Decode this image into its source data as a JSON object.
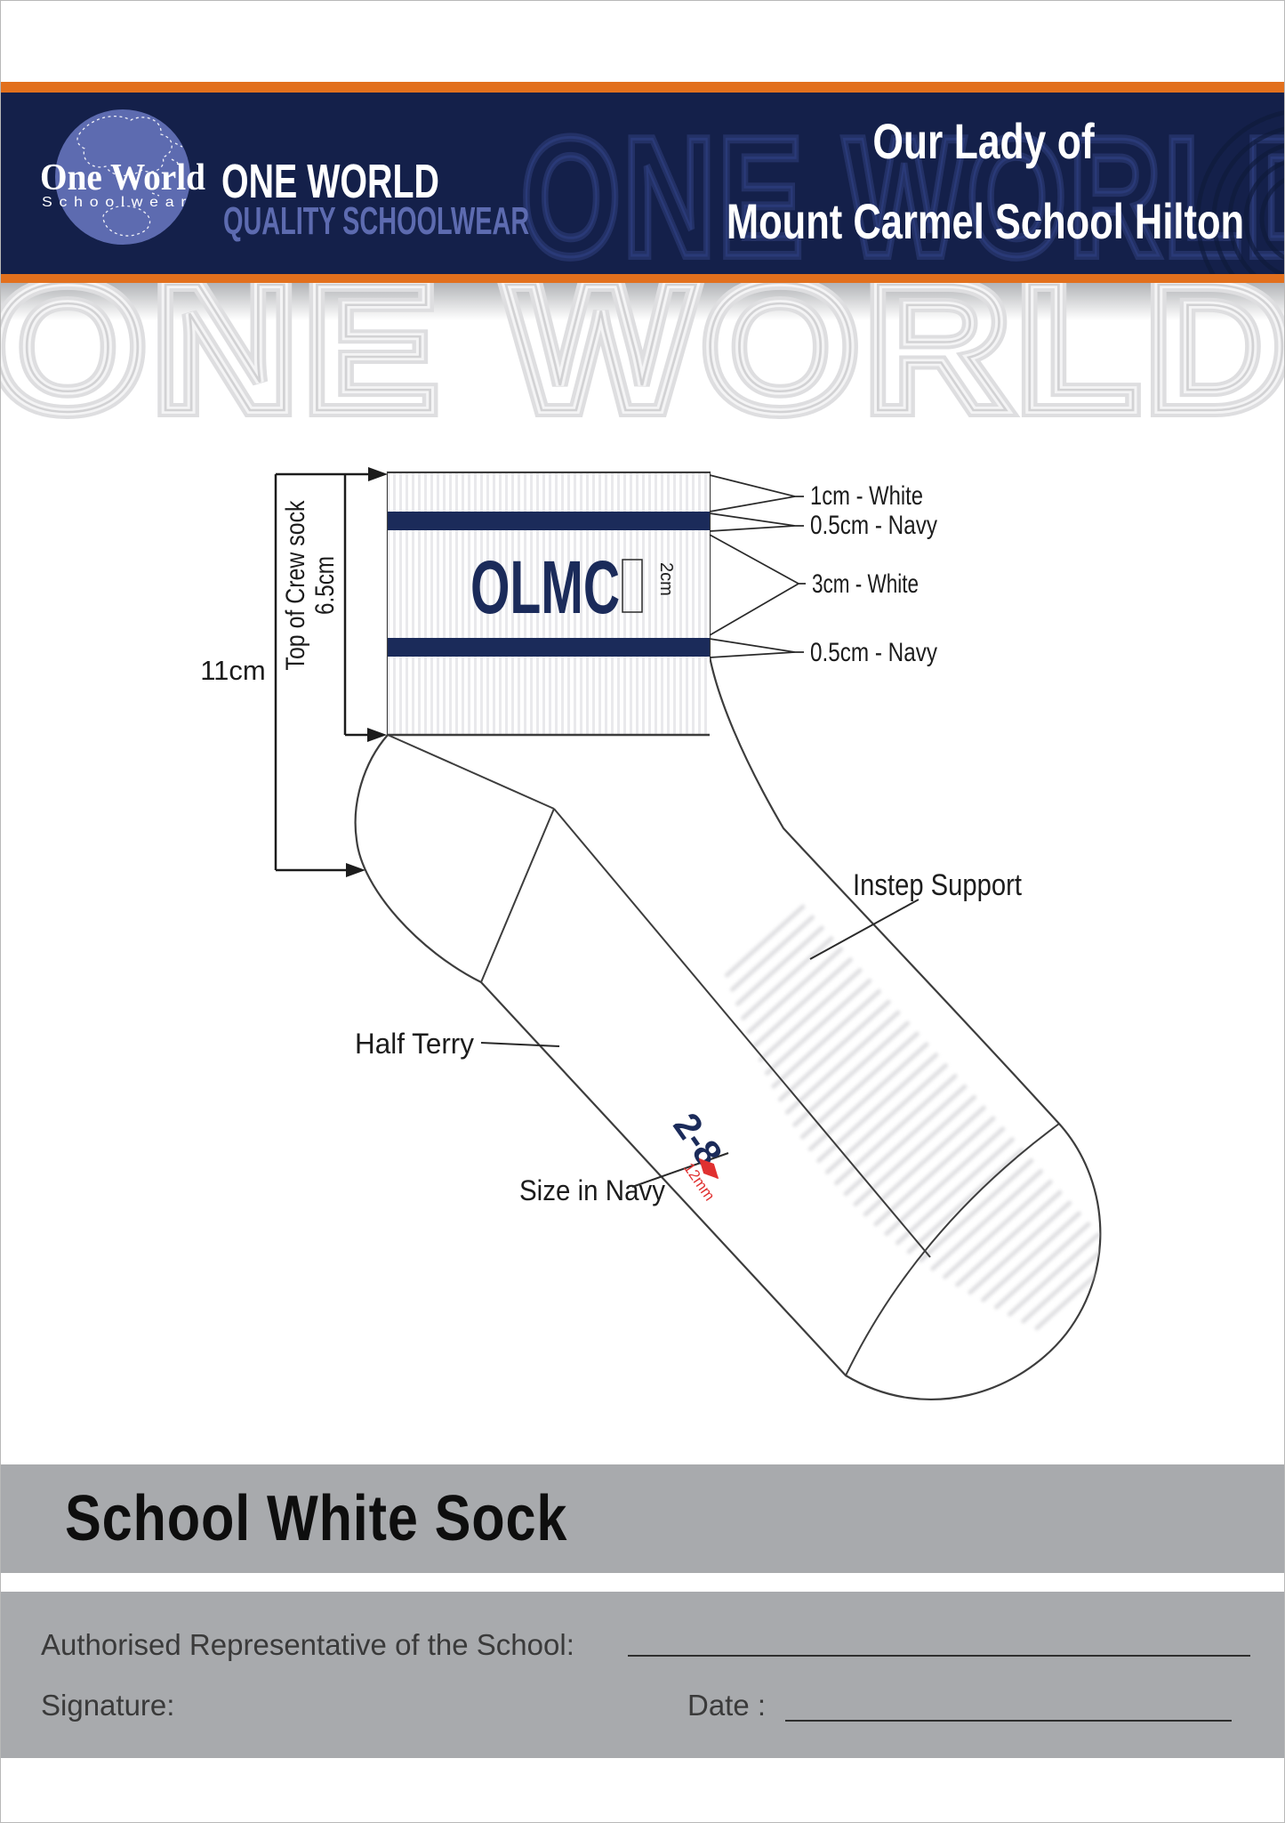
{
  "header": {
    "logo": {
      "name": "One World",
      "subtitle": "Schoolwear"
    },
    "brand": "ONE WORLD",
    "tagline": "QUALITY SCHOOLWEAR",
    "school_name_line1": "Our Lady of",
    "school_name_line2": "Mount Carmel School Hilton",
    "watermark": "ONE WORLD"
  },
  "diagram": {
    "dimensions": {
      "overall": "11cm",
      "cuff_label": "Top of Crew sock",
      "cuff_value": "6.5cm",
      "logo_height": "2cm",
      "size_height": "12mm"
    },
    "cuff_logo": "OLMC",
    "callouts": [
      "1cm - White",
      "0.5cm - Navy",
      "3cm - White",
      "0.5cm - Navy"
    ],
    "labels": {
      "instep": "Instep Support",
      "half_terry": "Half Terry",
      "size": "Size in Navy",
      "size_range": "2-8"
    }
  },
  "title": "School White Sock",
  "footer": {
    "authorised": "Authorised Representative of the School:",
    "signature": "Signature:",
    "date": "Date :"
  },
  "colors": {
    "navy": "#1b2b5a",
    "header_navy": "#14204a",
    "orange": "#e2701d",
    "logo_blue": "#5d6bb0",
    "gray_band": "#a8aaad",
    "red": "#e03030"
  }
}
